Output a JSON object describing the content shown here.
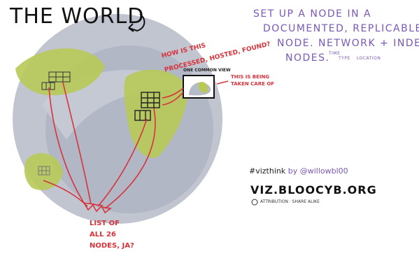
{
  "title": "THE WORLD",
  "task_lines": [
    "SET UP A NODE IN A",
    "DOCUMENTED, REPLICABLE",
    "NODE. NETWORK + INDEX",
    "NODES."
  ],
  "index_tags": {
    "time": "TIME",
    "type": "TYPE",
    "location": "LOCATION"
  },
  "question_lines": [
    "HOW IS THIS",
    "PROCESSED, HOSTED, FOUND?"
  ],
  "view_label": "ONE COMMON VIEW",
  "care_lines": [
    "THIS IS BEING",
    "TAKEN CARE OF"
  ],
  "list_lines": [
    "LIST OF",
    "ALL 26",
    "NODES, JA?"
  ],
  "credit": {
    "hashtag": "#vizthink",
    "by": "by",
    "handle": "@willowbl00",
    "url": "VIZ.BLOOCYB.ORG",
    "license": "ATTRIBUTION · SHARE ALIKE"
  },
  "colors": {
    "ocean": "#b6bbc8",
    "land": "#b8c957",
    "accent_red": "#d8333a",
    "purple": "#7a57b8"
  }
}
